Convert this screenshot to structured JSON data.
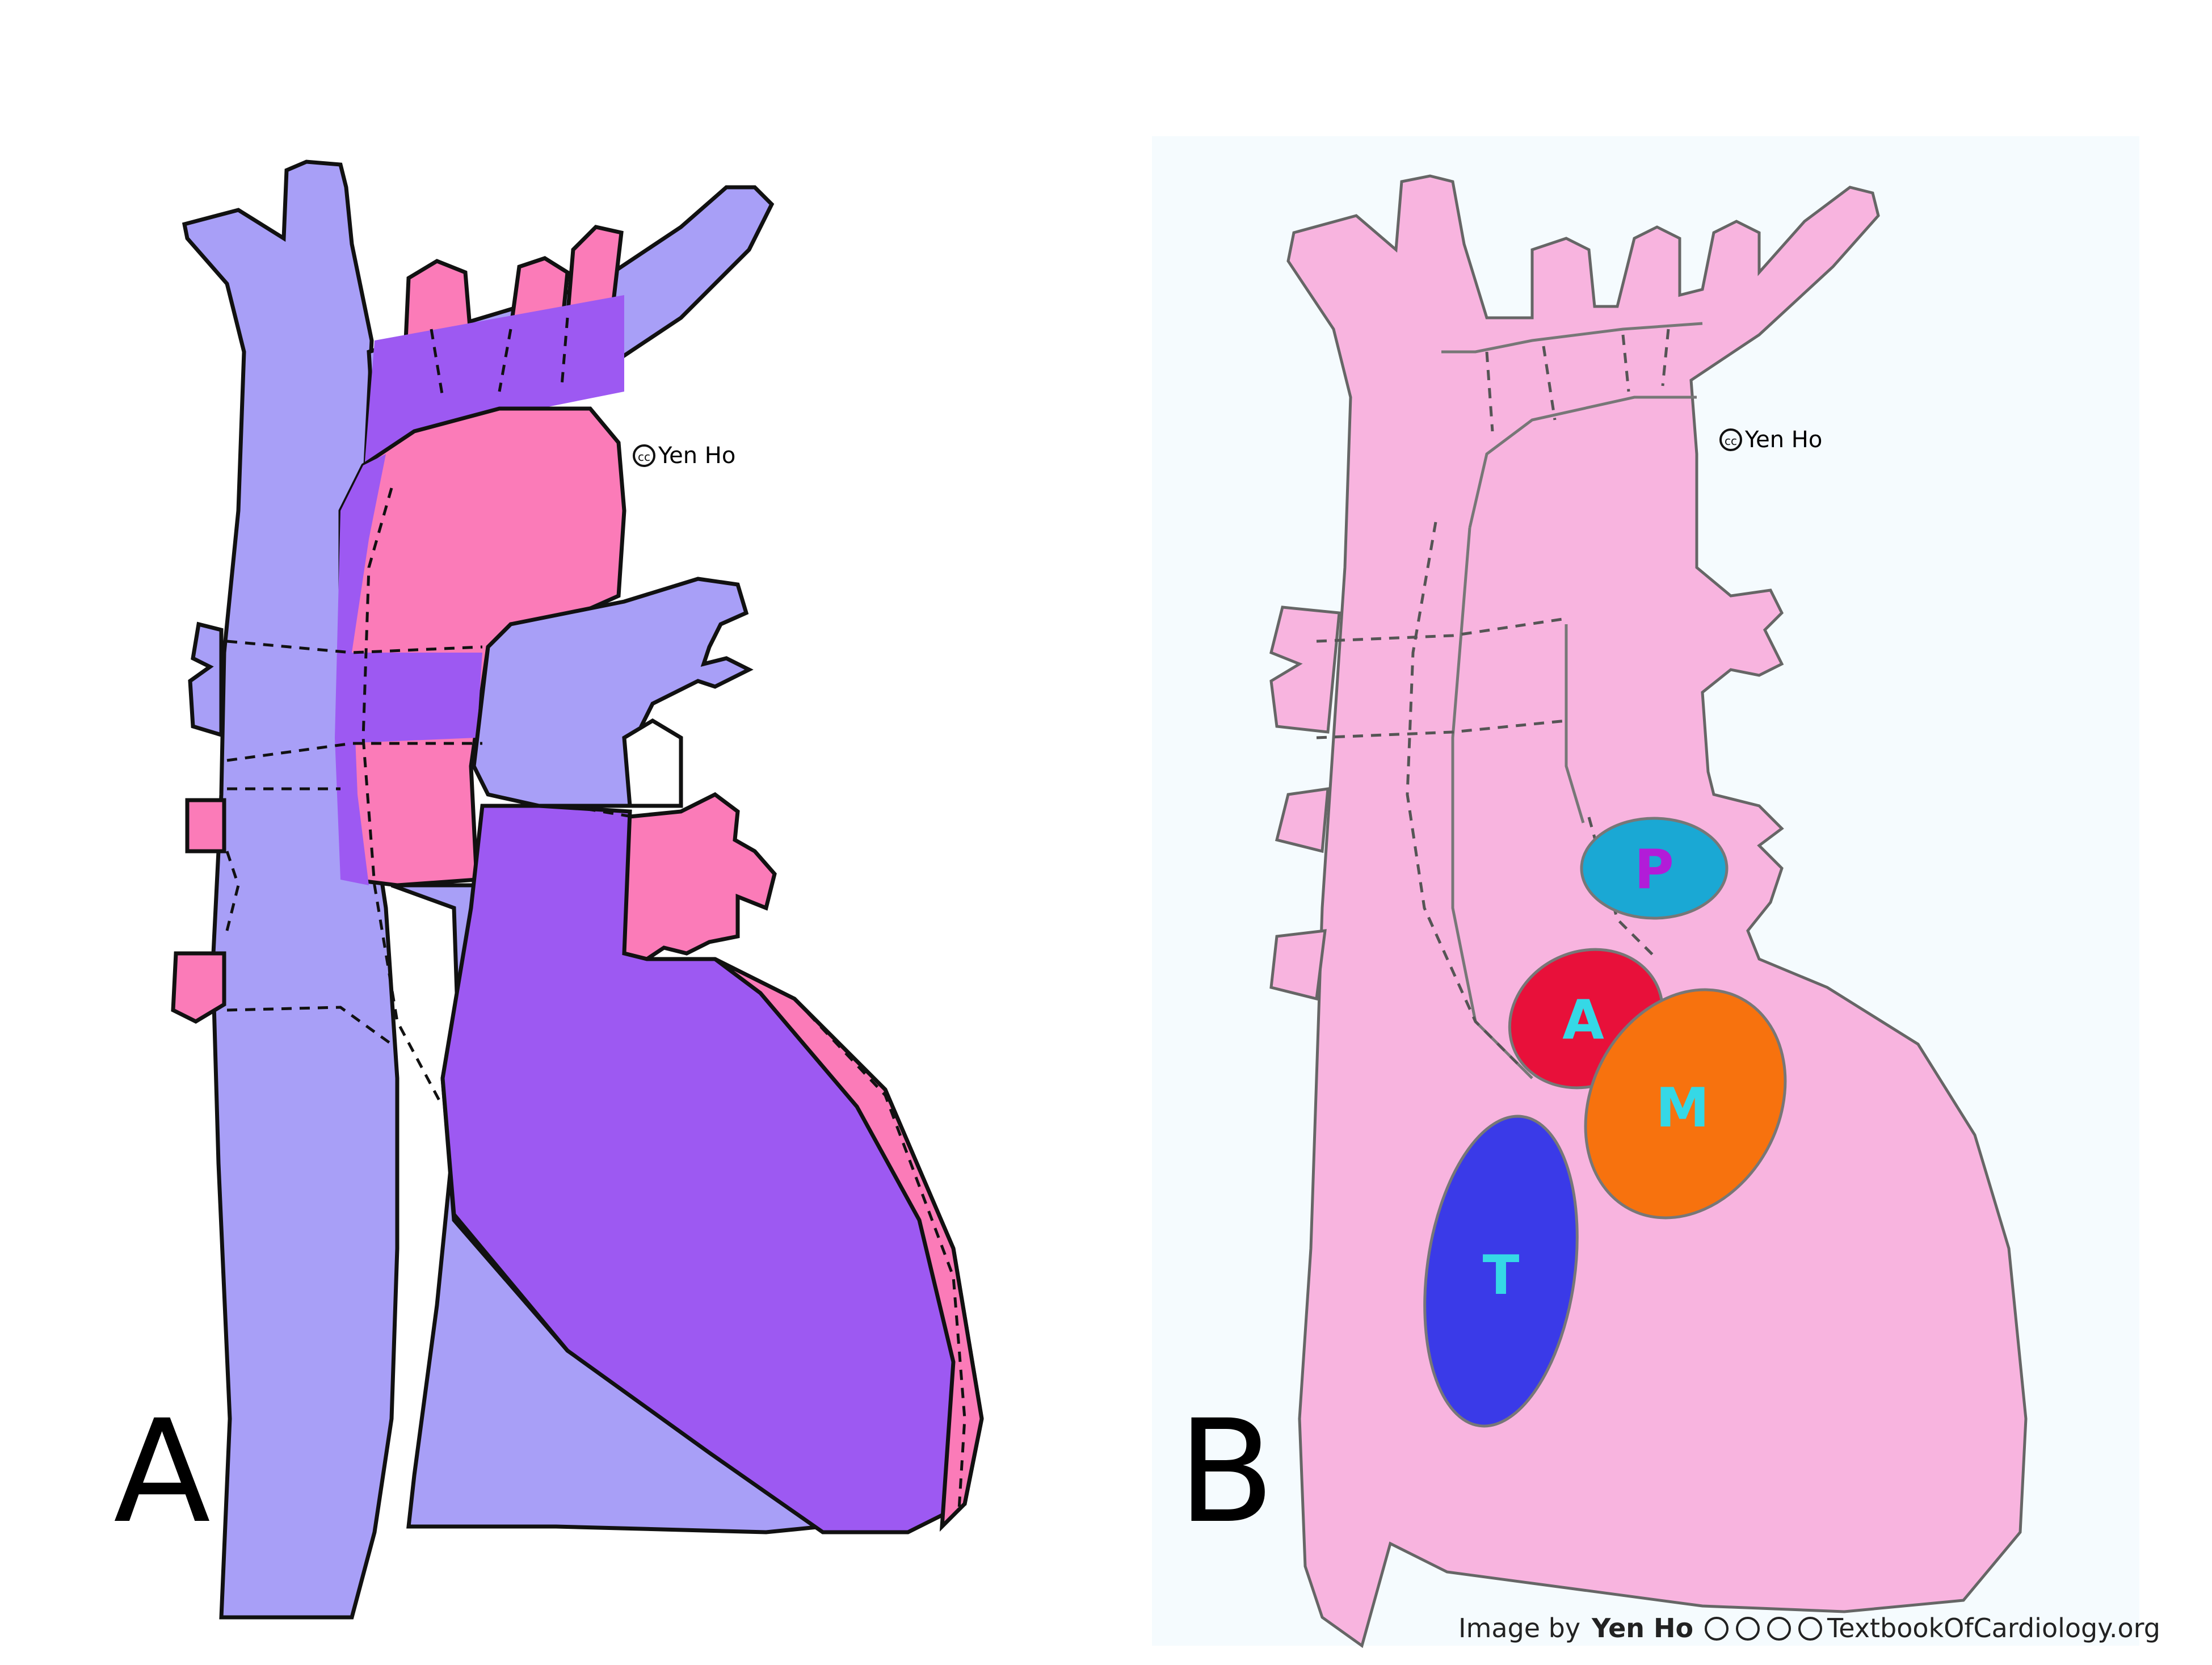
{
  "panels": {
    "a": {
      "letter": "A",
      "copyright": "Yen Ho"
    },
    "b": {
      "letter": "B",
      "copyright": "Yen Ho",
      "valves": [
        {
          "label": "P",
          "fill": "#1aa8d4",
          "text_color": "#b21cd8"
        },
        {
          "label": "A",
          "fill": "#e8103a",
          "text_color": "#35d8e6"
        },
        {
          "label": "M",
          "fill": "#f7720e",
          "text_color": "#35d8e6"
        },
        {
          "label": "T",
          "fill": "#3a3ae8",
          "text_color": "#35d8e6"
        }
      ]
    }
  },
  "credit": {
    "prefix": "Image by",
    "author": "Yen Ho",
    "site": "TextbookOfCardiology.org"
  },
  "colors": {
    "venous_lavender": "#a89ff7",
    "arterial_pink": "#fb7bb8",
    "mixed_purple": "#9d59f2",
    "heart_pink": "#f8b4df",
    "panel_b_background": "#f5fbfe",
    "outline": "#111111"
  }
}
